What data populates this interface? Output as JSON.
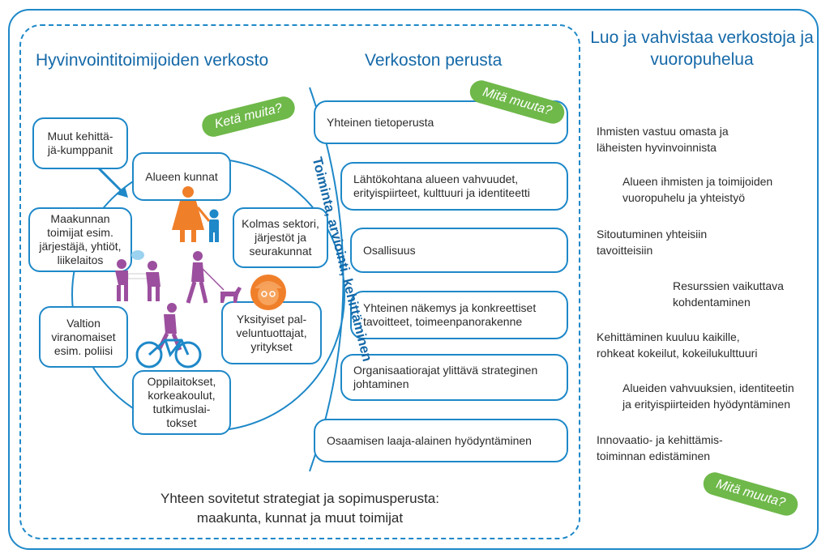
{
  "titles": {
    "network": "Hyvinvointitoimijoiden verkosto",
    "foundation": "Verkoston perusta",
    "right": "Luo ja vahvistaa verkostoja ja vuoropuhelua"
  },
  "tags": {
    "who_else": "Ketä muita?",
    "what_else_top": "Mitä muuta?",
    "what_else_bottom": "Mitä muuta?"
  },
  "network_nodes": {
    "partners": "Muut kehittä-\njä-kumppanit",
    "municipalities": "Alueen kunnat",
    "third_sector": "Kolmas sektori, järjestöt ja seurakunnat",
    "region": "Maakunnan toimijat esim. järjestäjä, yhtiöt, liikelaitos",
    "state": "Valtion viranomaiset esim. poliisi",
    "private": "Yksityiset pal-\nveluntuottajat, yritykset",
    "education": "Oppilaitokset, korkeakoulut, tutkimuslai-\ntokset"
  },
  "vertical_label": "Toiminta, arviointi, kehittäminen",
  "foundation_items": [
    "Yhteinen tietoperusta",
    "Lähtökohtana alueen vahvuudet, erityispiirteet, kulttuuri ja identiteetti",
    "Osallisuus",
    "Yhteinen näkemys ja konkreettiset tavoitteet, toimeenpanorakenne",
    "Organisaatiorajat ylittävä strateginen johtaminen",
    "Osaamisen laaja-alainen hyödyntäminen"
  ],
  "right_items": [
    "Ihmisten vastuu omasta ja\nläheisten hyvinvoinnista",
    "Alueen ihmisten ja toimijoiden\nvuoropuhelu ja yhteistyö",
    "Sitoutuminen yhteisiin\ntavoitteisiin",
    "Resurssien vaikuttava\nkohdentaminen",
    "Kehittäminen kuuluu kaikille,\nrohkeat kokeilut, kokeilukulttuuri",
    "Alueiden vahvuuksien, identiteetin\nja erityispiirteiden hyödyntäminen",
    "Innovaatio- ja kehittämis-\ntoiminnan edistäminen"
  ],
  "bottom_text": "Yhteen sovitetut strategiat ja sopimusperusta:\nmaakunta, kunnat ja muut toimijat",
  "colors": {
    "blue": "#1e88c8",
    "heading_blue": "#1569a8",
    "green": "#6fb84a",
    "orange": "#f07f2a",
    "purple": "#9c4f9e"
  },
  "icons": [
    "family-icon",
    "people-on-bench-icon",
    "dog-walker-icon",
    "senior-face-icon",
    "cyclist-icon",
    "double-arrow-icon"
  ]
}
